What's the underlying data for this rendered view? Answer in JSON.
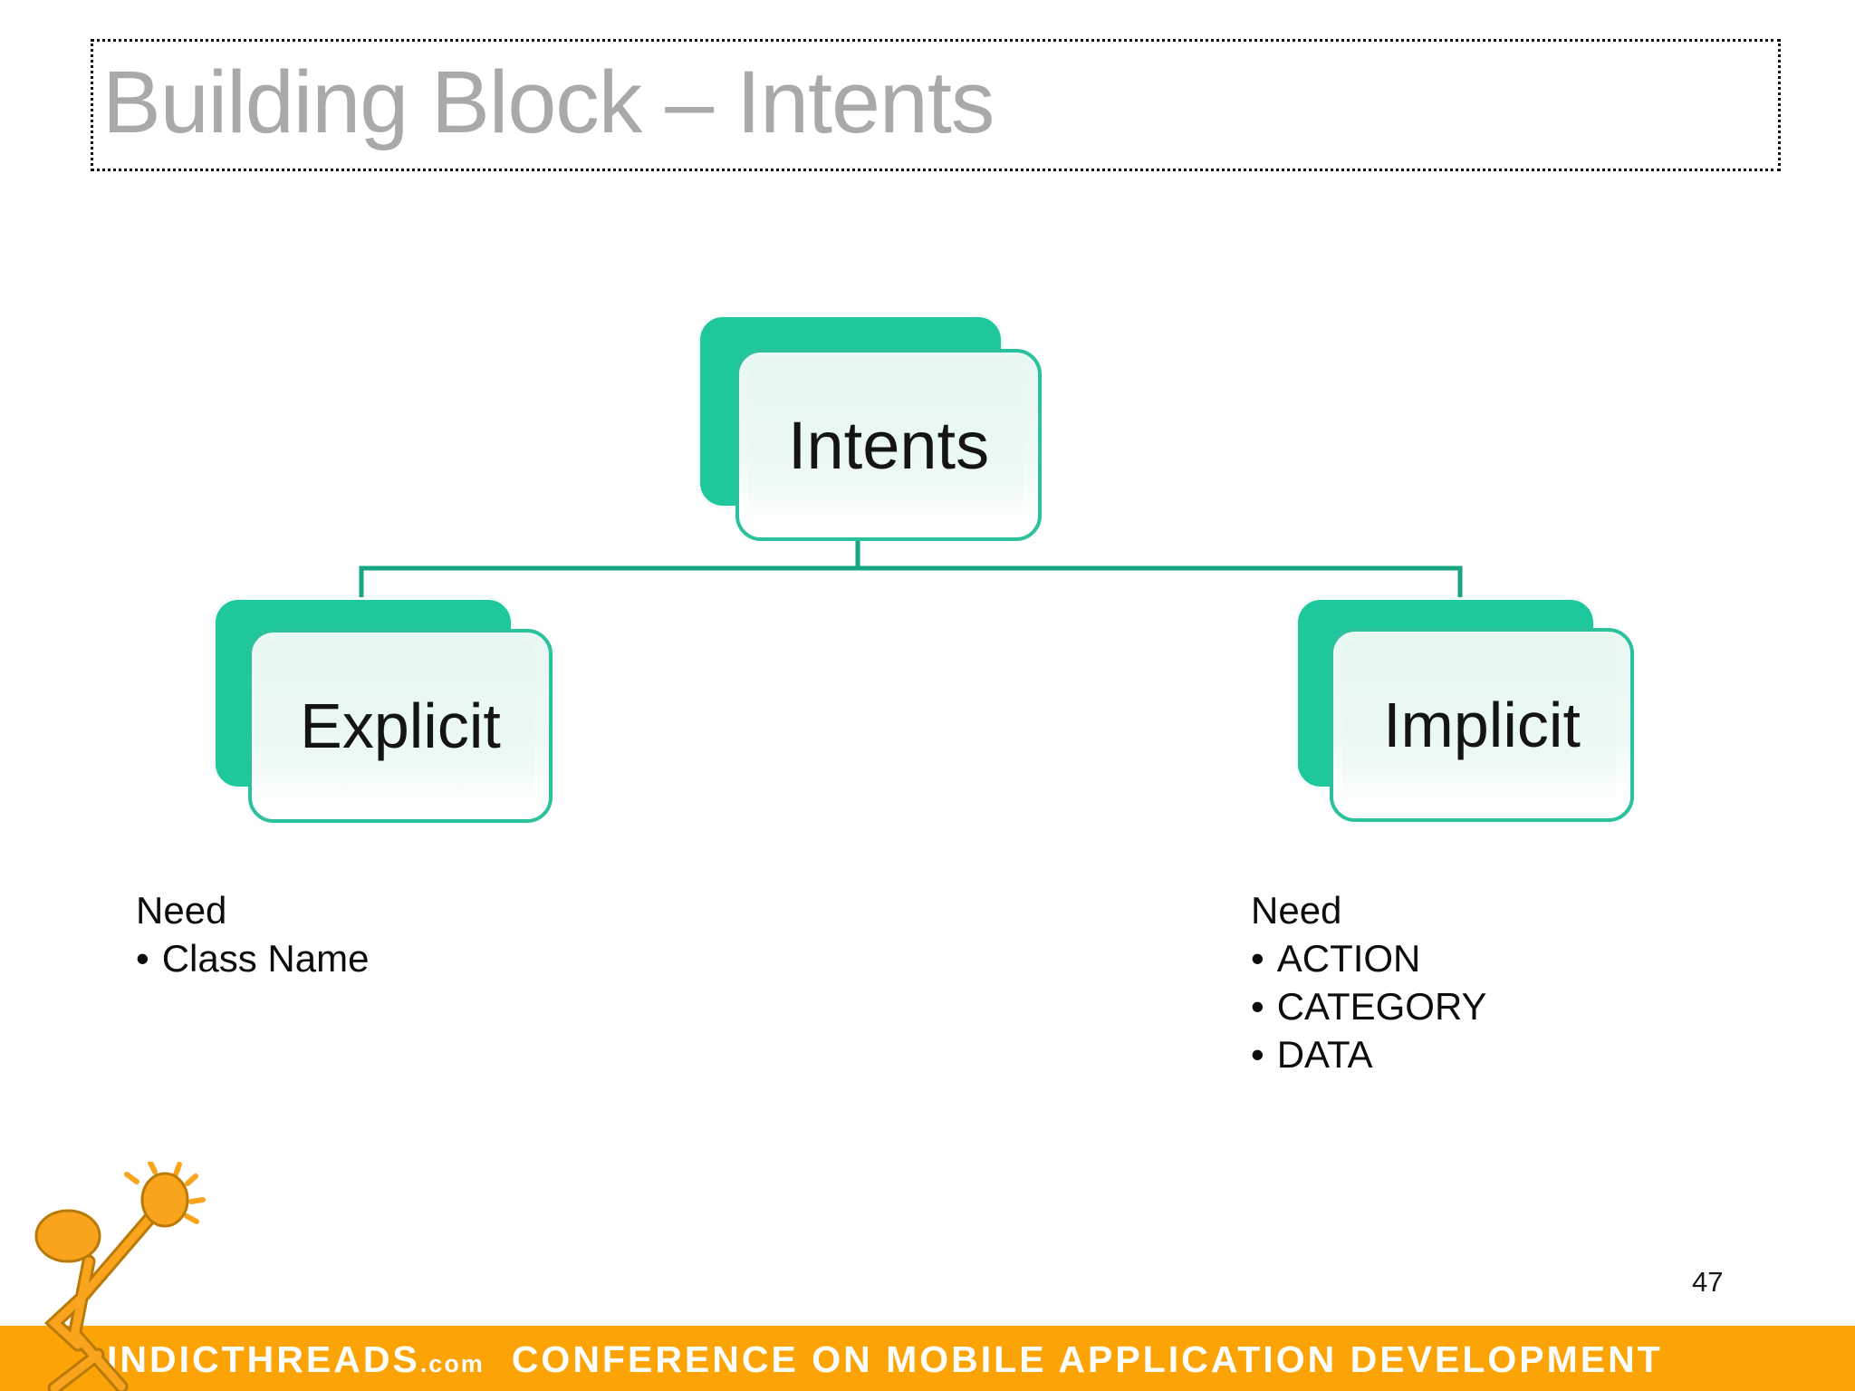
{
  "slide": {
    "title": "Building Block – Intents",
    "page_number": "47"
  },
  "diagram": {
    "type": "hierarchy",
    "root_label": "Intents",
    "left_label": "Explicit",
    "right_label": "Implicit"
  },
  "notes": {
    "bullet_char": "•",
    "left": {
      "heading": "Need",
      "bullets": [
        "Class Name"
      ]
    },
    "right": {
      "heading": "Need",
      "bullets": [
        "ACTION",
        "CATEGORY",
        "DATA"
      ]
    }
  },
  "footer": {
    "brand": "INDICTHREADS",
    "brand_suffix": ".com",
    "tagline": "CONFERENCE ON MOBILE APPLICATION DEVELOPMENT"
  },
  "colors": {
    "node_back_teal": "#1FC89C",
    "node_border_teal": "#2BC19C",
    "node_fill_light": "#E9F8F3",
    "connector_teal": "#18A682",
    "footer_orange": "#FCA305",
    "logo_orange": "#F9A41C",
    "title_gray": "#A9A9A9"
  },
  "icons": {
    "logo": "indicthreads-stick-figure-bulb-logo"
  }
}
